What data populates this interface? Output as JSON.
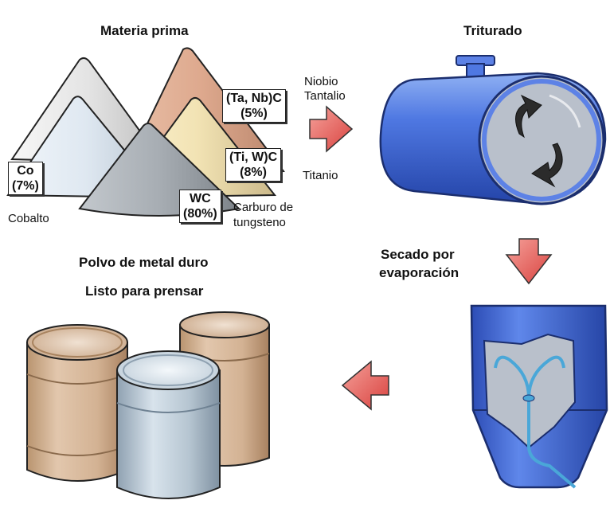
{
  "titles": {
    "raw_material": "Materia prima",
    "milling": "Triturado",
    "drying_line1": "Secado por",
    "drying_line2": "evaporación",
    "powder_line1": "Polvo de metal duro",
    "powder_line2": "Listo para prensar"
  },
  "components": {
    "tanb": {
      "formula": "(Ta, Nb)C",
      "percent": "(5%)",
      "name_line1": "Niobio",
      "name_line2": "Tantalio"
    },
    "tiw": {
      "formula": "(Ti, W)C",
      "percent": "(8%)",
      "name": "Titanio"
    },
    "co": {
      "formula": "Co",
      "percent": "(7%)",
      "name": "Cobalto"
    },
    "wc": {
      "formula": "WC",
      "percent": "(80%)",
      "name_line1": "Carburo de",
      "name_line2": "tungsteno"
    }
  },
  "colors": {
    "arrow": "#e2504e",
    "mill_blue": "#3a5fd0",
    "pile_tanb": "#dea98e",
    "pile_tiw": "#f2e3b4",
    "pile_co": "#dfe8f1",
    "pile_wc": "#a7adb3",
    "drum_tan": "#d3b293",
    "drum_silver": "#b6c5d1"
  },
  "icons": {
    "arrow_right_1": "arrow-right-icon",
    "arrow_down": "arrow-down-icon",
    "arrow_left": "arrow-left-icon"
  }
}
